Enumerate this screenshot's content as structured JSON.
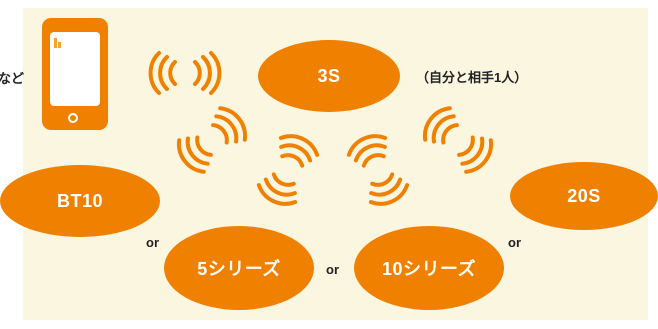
{
  "nodes": {
    "center": "3S",
    "left": "BT10",
    "right": "20S",
    "bottom_left": "5シリーズ",
    "bottom_right": "10シリーズ"
  },
  "labels": {
    "phone_suffix": "など",
    "center_note": "（自分と相手1人）",
    "or": "or"
  },
  "colors": {
    "accent": "#f08000",
    "background": "#fbf6e0"
  },
  "icons": {
    "phone": "smartphone-icon",
    "wave": "radio-wave-icon"
  }
}
